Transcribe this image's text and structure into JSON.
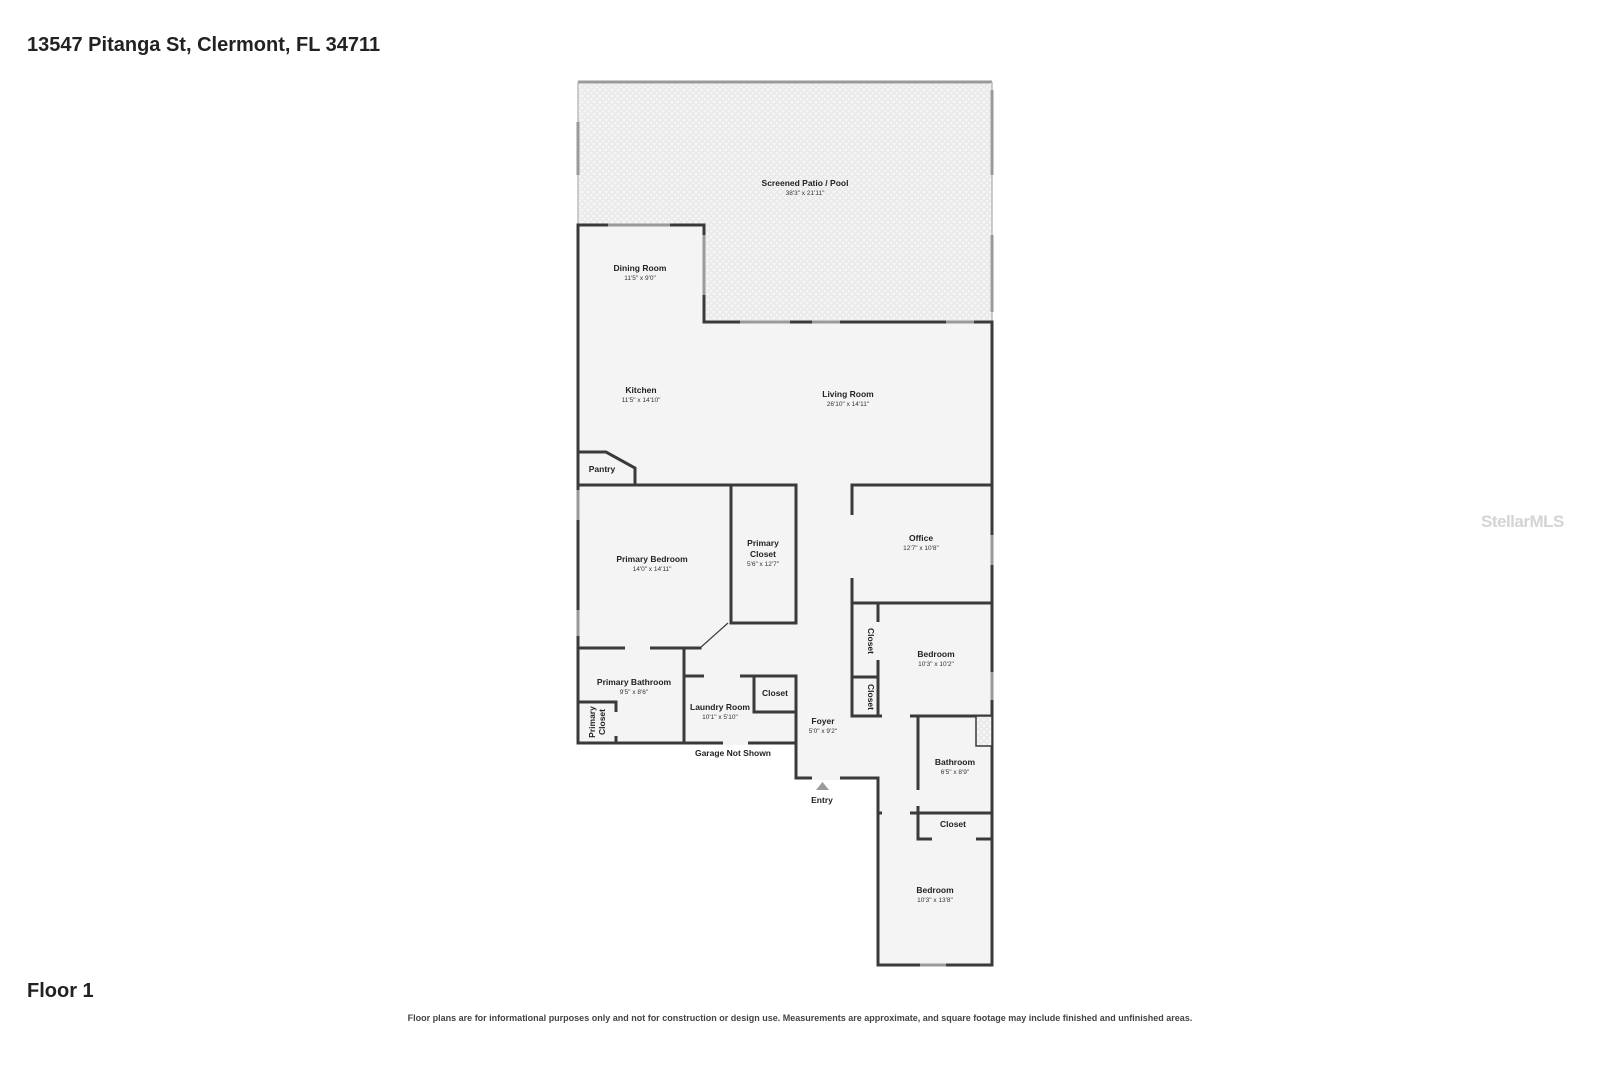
{
  "header": {
    "address": "13547 Pitanga St, Clermont, FL 34711"
  },
  "footer": {
    "floor": "Floor 1",
    "disclaimer": "Floor plans are for informational purposes only and not for construction or design use. Measurements are approximate, and square footage may include finished and unfinished areas."
  },
  "watermark": "StellarMLS",
  "rooms": {
    "patio": {
      "name": "Screened Patio / Pool",
      "dims": "38'3\" x 21'11\""
    },
    "dining": {
      "name": "Dining Room",
      "dims": "11'5\" x 9'0\""
    },
    "kitchen": {
      "name": "Kitchen",
      "dims": "11'5\" x 14'10\""
    },
    "living": {
      "name": "Living Room",
      "dims": "26'10\" x 14'11\""
    },
    "pantry": {
      "name": "Pantry"
    },
    "primary_bedroom": {
      "name": "Primary Bedroom",
      "dims": "14'0\" x 14'11\""
    },
    "primary_closet": {
      "name_line1": "Primary",
      "name_line2": "Closet",
      "dims": "5'6\" x 12'7\""
    },
    "office": {
      "name": "Office",
      "dims": "12'7\" x 10'8\""
    },
    "bedroom2": {
      "name": "Bedroom",
      "dims": "10'3\" x 10'2\""
    },
    "closet_a": {
      "name": "Closet"
    },
    "closet_b": {
      "name": "Closet"
    },
    "primary_bathroom": {
      "name": "Primary Bathroom",
      "dims": "9'5\" x 8'6\""
    },
    "primary_closet_small": {
      "name_line1": "Primary",
      "name_line2": "Closet"
    },
    "laundry": {
      "name": "Laundry Room",
      "dims": "10'1\" x 5'10\""
    },
    "laundry_closet": {
      "name": "Closet"
    },
    "foyer": {
      "name": "Foyer",
      "dims": "5'0\" x 9'2\""
    },
    "garage": {
      "name": "Garage Not Shown"
    },
    "entry": {
      "name": "Entry"
    },
    "bathroom": {
      "name": "Bathroom",
      "dims": "6'5\" x 8'9\""
    },
    "bath_closet": {
      "name": "Closet"
    },
    "bedroom3": {
      "name": "Bedroom",
      "dims": "10'3\" x 13'8\""
    }
  }
}
